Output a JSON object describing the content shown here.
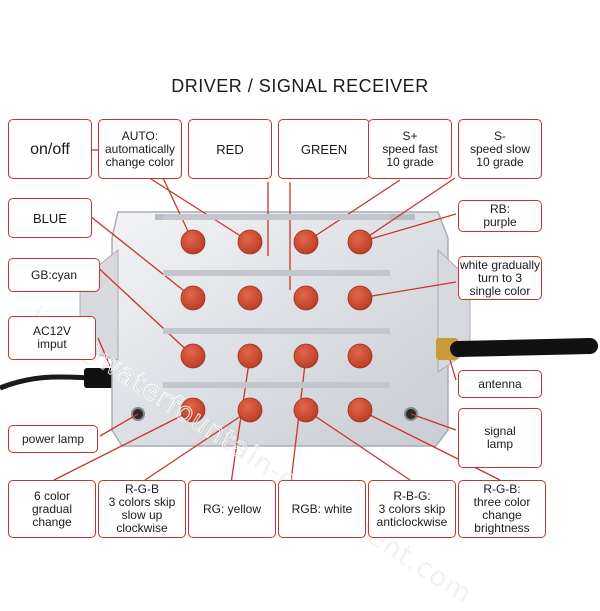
{
  "title": "DRIVER / SIGNAL RECEIVER",
  "labels": {
    "on_off": "on/off",
    "auto": "AUTO:\nautomatically\nchange color",
    "red": "RED",
    "green": "GREEN",
    "s_plus": "S+\nspeed fast\n10 grade",
    "s_minus": "S-\nspeed slow\n10 grade",
    "blue": "BLUE",
    "rb": "RB:\npurple",
    "gb": "GB:cyan",
    "white_gradually": "white gradually\nturn to 3\nsingle color",
    "ac12v": "AC12V\nimput",
    "antenna": "antenna",
    "power_lamp": "power lamp",
    "signal_lamp": "signal\nlamp",
    "six_color": "6 color\ngradual\nchange",
    "rgb_skip_clockwise": "R-G-B\n3 colors skip\nslow up\nclockwise",
    "rg_yellow": "RG: yellow",
    "rgb_white": "RGB: white",
    "rbg_skip_anticlockwise": "R-B-G:\n3 colors skip\nanticlockwise",
    "rgb_brightness": "R-G-B:\nthree color\nchange\nbrightness"
  },
  "watermark": "info@waterfountain-equipment.com",
  "colors": {
    "accent": "#c8342e",
    "button": "#c9452f",
    "device": "#e4e6ea"
  }
}
